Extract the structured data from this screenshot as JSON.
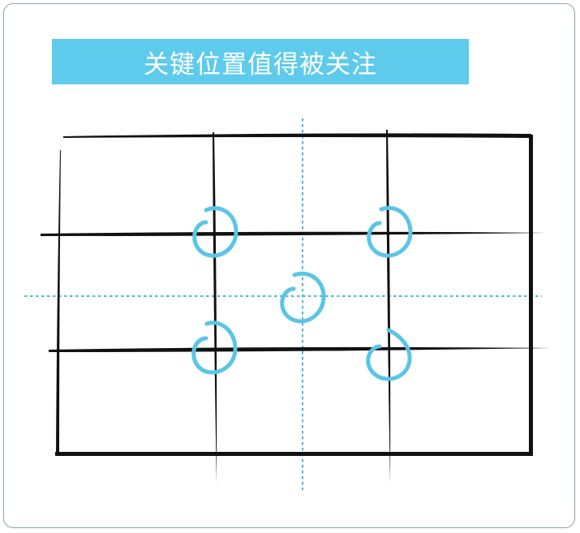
{
  "title": "关键位置值得被关注",
  "colors": {
    "banner": "#5ecbec",
    "frame": "#111111",
    "guide_line": "#4bb8dc",
    "marker": "#5ac5e6"
  },
  "diagram": {
    "grid_divisions": 3,
    "center_cross_style": "dotted",
    "marker_count": 5
  }
}
